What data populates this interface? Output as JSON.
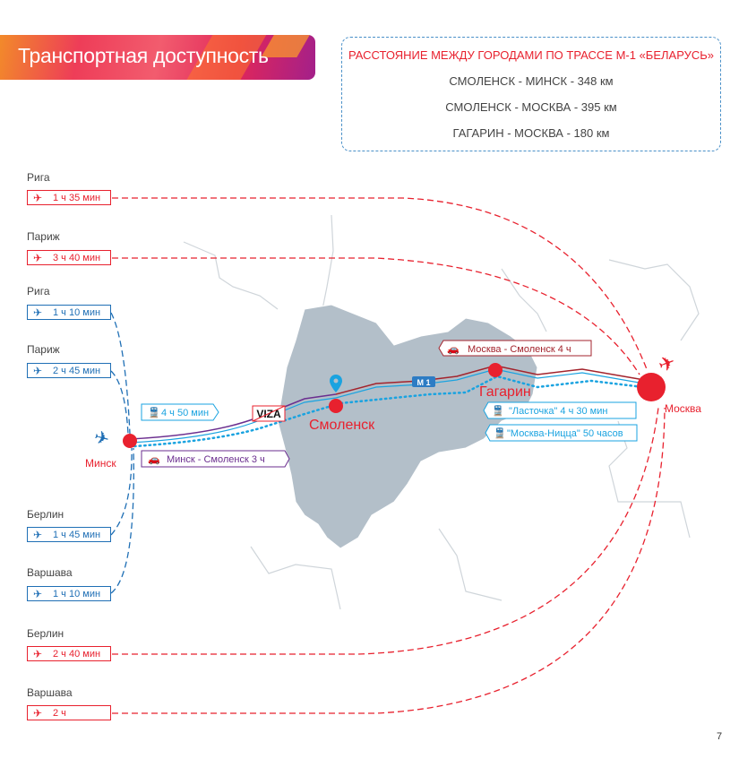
{
  "header": {
    "title": "Транспортная доступность"
  },
  "distances": {
    "title": "РАССТОЯНИЕ МЕЖДУ ГОРОДАМИ ПО ТРАССЕ М-1 «БЕЛАРУСЬ»",
    "rows": [
      "СМОЛЕНСК - МИНСК - 348 км",
      "СМОЛЕНСК - МОСКВА - 395 км",
      "ГАГАРИН - МОСКВА - 180 км"
    ]
  },
  "flights_moscow": [
    {
      "city": "Рига",
      "time": "1 ч 35 мин"
    },
    {
      "city": "Париж",
      "time": "3 ч 40 мин"
    },
    {
      "city": "Берлин",
      "time": "2 ч 40 мин"
    },
    {
      "city": "Варшава",
      "time": "2 ч"
    }
  ],
  "flights_minsk": [
    {
      "city": "Рига",
      "time": "1 ч 10 мин"
    },
    {
      "city": "Париж",
      "time": "2 ч 45 мин"
    },
    {
      "city": "Берлин",
      "time": "1 ч 45 мин"
    },
    {
      "city": "Варшава",
      "time": "1 ч 10 мин"
    }
  ],
  "map": {
    "cities": {
      "minsk": "Минск",
      "smolensk": "Смоленск",
      "gagarin": "Гагарин",
      "moscow": "Москва"
    },
    "road": "М 1",
    "viza": "VIZA",
    "train_minsk": "4 ч 50 мин",
    "car_minsk": "Минск - Смоленск   3 ч",
    "car_moscow": "Москва - Смоленск  4 ч",
    "train_lastochka": "\"Ласточка\" 4 ч 30 мин",
    "train_nice": "\"Москва-Ницца\" 50 часов"
  },
  "page_number": "7",
  "colors": {
    "red": "#e8212e",
    "blue": "#1f6fb5",
    "cyan": "#1aa3e0",
    "purple": "#6b2e8f",
    "darkred": "#a3232c",
    "region": "#b3bfc9"
  }
}
